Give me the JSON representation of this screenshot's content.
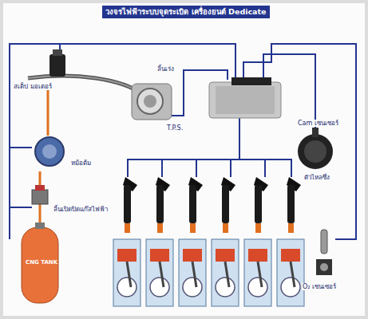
{
  "diagram": {
    "title": "วงจรไฟฟ้าระบบจุดระเบิด เครื่องยนต์ Dedicate",
    "labels": [
      "สเต็ป มอเตอร์",
      "ลิ้นเร่ง",
      "T.P.S.",
      "Cam เซนเซอร์",
      "ตัวไหลซึ่ง",
      "หม้อต้ม",
      "ลิ้นเปิดปิดแก๊สไฟฟ้า",
      "CNG TANK",
      "O₂ เซนเซอร์"
    ]
  }
}
